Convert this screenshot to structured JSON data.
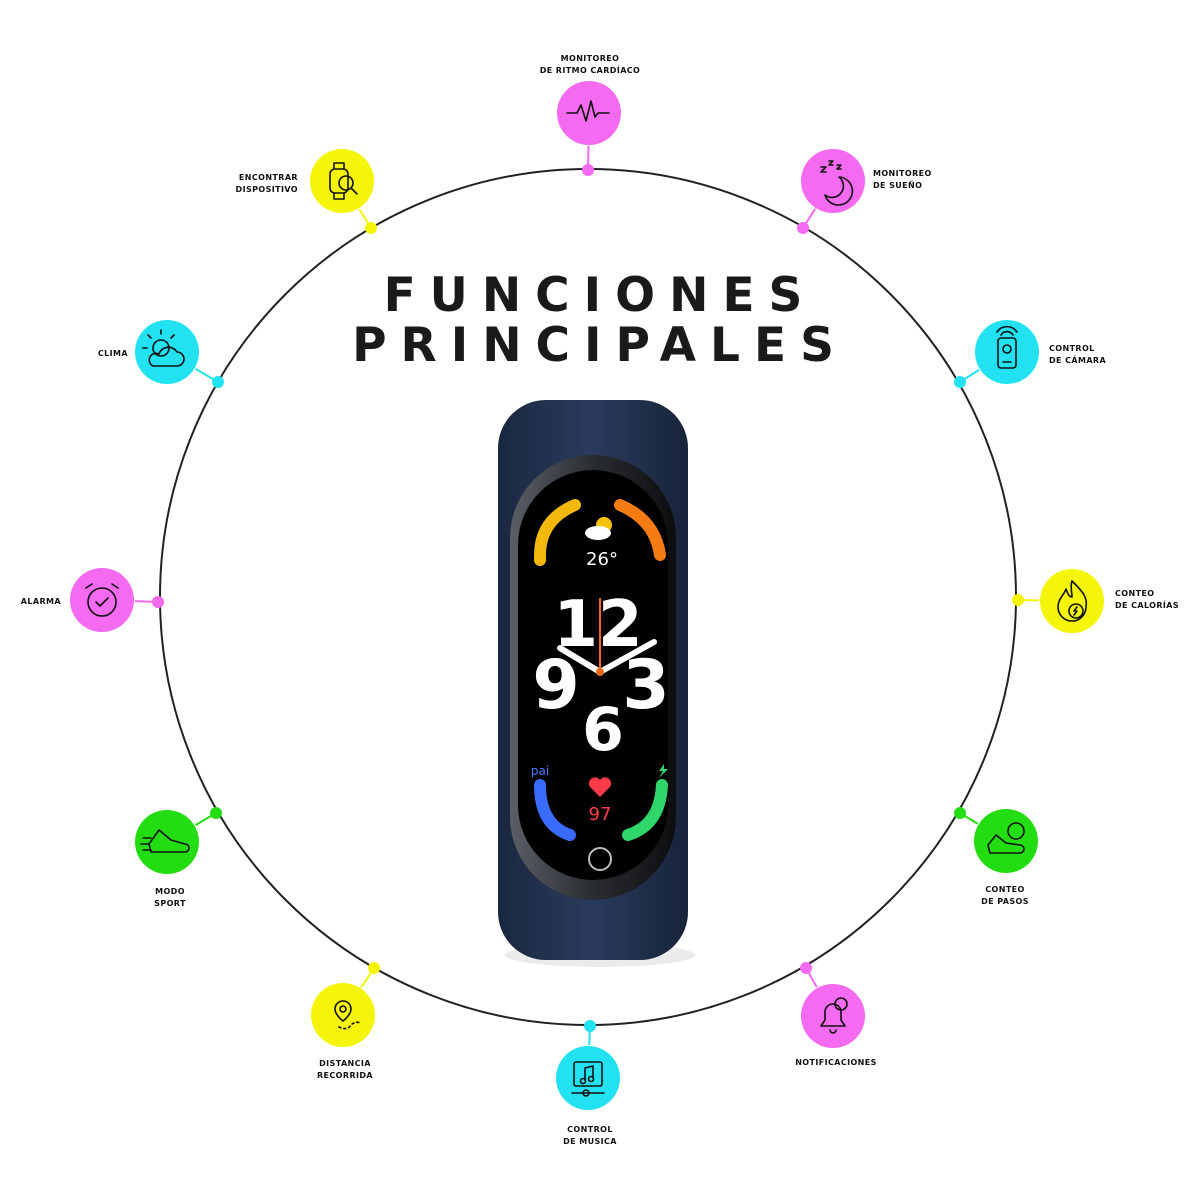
{
  "title": {
    "line1": "FUNCIONES",
    "line2": "PRINCIPALES"
  },
  "colors": {
    "green": "#22dd11",
    "magenta": "#f46af0",
    "cyan": "#22e2f2",
    "yellow": "#f5f50a",
    "strap": "#1f2f4a",
    "ring": "#222222"
  },
  "features": [
    {
      "id": "heart",
      "line1": "MONITOREO",
      "line2": "DE RITMO CARDÍACO",
      "color": "magenta",
      "icon": "heartbeat-icon"
    },
    {
      "id": "sleep",
      "line1": "MONITOREO",
      "line2": "DE SUEÑO",
      "color": "magenta",
      "icon": "moon-icon"
    },
    {
      "id": "camera",
      "line1": "CONTROL",
      "line2": "DE CÁMARA",
      "color": "cyan",
      "icon": "remote-icon"
    },
    {
      "id": "calories",
      "line1": "CONTEO",
      "line2": "DE CALORÍAS",
      "color": "yellow",
      "icon": "flame-icon"
    },
    {
      "id": "steps",
      "line1": "CONTEO",
      "line2": "DE PASOS",
      "color": "green",
      "icon": "shoe-icon"
    },
    {
      "id": "notif",
      "line1": "NOTIFICACIONES",
      "line2": "",
      "color": "magenta",
      "icon": "bell-icon"
    },
    {
      "id": "music",
      "line1": "CONTROL",
      "line2": "DE MUSICA",
      "color": "cyan",
      "icon": "music-icon"
    },
    {
      "id": "distance",
      "line1": "DISTANCIA",
      "line2": "RECORRIDA",
      "color": "yellow",
      "icon": "pin-icon"
    },
    {
      "id": "sport",
      "line1": "MODO",
      "line2": "SPORT",
      "color": "green",
      "icon": "running-shoe-icon"
    },
    {
      "id": "alarm",
      "line1": "ALARMA",
      "line2": "",
      "color": "magenta",
      "icon": "alarm-clock-icon"
    },
    {
      "id": "weather",
      "line1": "CLIMA",
      "line2": "",
      "color": "cyan",
      "icon": "cloud-sun-icon"
    },
    {
      "id": "find",
      "line1": "ENCONTRAR",
      "line2": "DISPOSITIVO",
      "color": "yellow",
      "icon": "watch-search-icon"
    }
  ],
  "watch": {
    "temperature": "26°",
    "heart_rate": "97",
    "pai_label": "pai",
    "numerals": {
      "n12": "12",
      "n9": "9",
      "n3": "3",
      "n6": "6"
    }
  }
}
